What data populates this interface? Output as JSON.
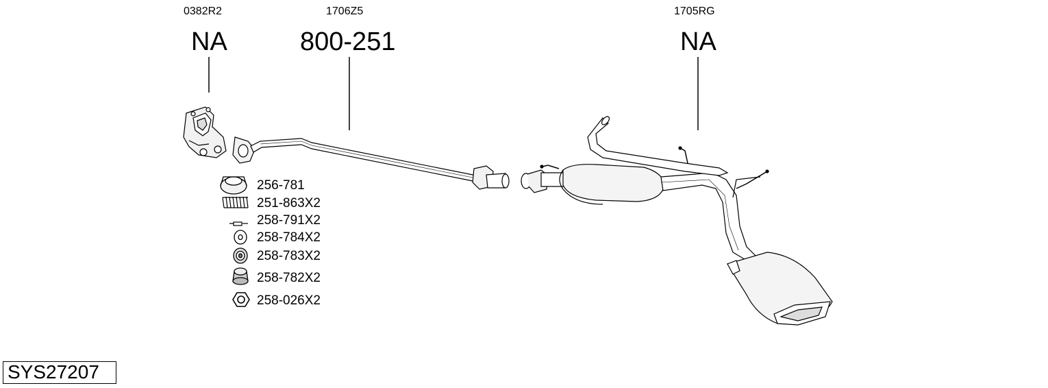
{
  "parts": [
    {
      "oem_code": "0382R2",
      "part_number": "NA"
    },
    {
      "oem_code": "1706Z5",
      "part_number": "800-251"
    },
    {
      "oem_code": "1705RG",
      "part_number": "NA"
    }
  ],
  "kit": [
    {
      "code": "256-781",
      "icon": "gasket-ring-icon"
    },
    {
      "code": "251-863X2",
      "icon": "spring-icon"
    },
    {
      "code": "258-791X2",
      "icon": "bolt-icon"
    },
    {
      "code": "258-784X2",
      "icon": "washer-icon"
    },
    {
      "code": "258-783X2",
      "icon": "bushing-icon"
    },
    {
      "code": "258-782X2",
      "icon": "sleeve-icon"
    },
    {
      "code": "258-026X2",
      "icon": "hex-nut-icon"
    }
  ],
  "system_code": "SYS27207"
}
